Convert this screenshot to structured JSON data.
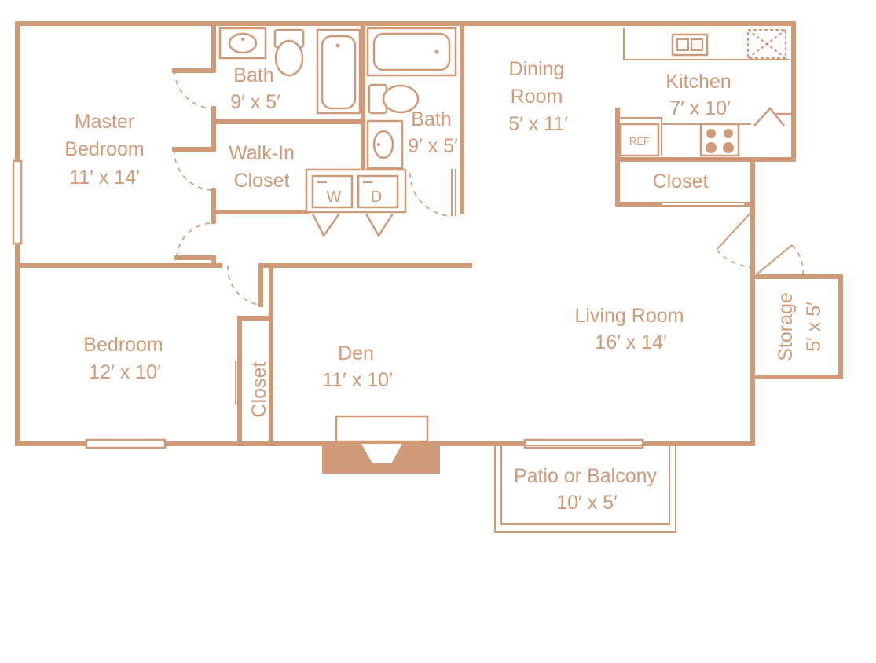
{
  "rooms": {
    "master_bedroom": {
      "name_line1": "Master",
      "name_line2": "Bedroom",
      "size": "11′ x 14′"
    },
    "bath_1": {
      "name": "Bath",
      "size": "9′ x 5′"
    },
    "bath_2": {
      "name": "Bath",
      "size": "9′ x 5′"
    },
    "walk_in_closet": {
      "name_line1": "Walk-In",
      "name_line2": "Closet"
    },
    "dining_room": {
      "name_line1": "Dining",
      "name_line2": "Room",
      "size": "5′ x 11′"
    },
    "kitchen": {
      "name": "Kitchen",
      "size": "7′ x 10′"
    },
    "kitchen_closet": {
      "name": "Closet"
    },
    "bedroom": {
      "name": "Bedroom",
      "size": "12′ x 10′"
    },
    "bedroom_closet": {
      "name": "Closet"
    },
    "den": {
      "name": "Den",
      "size": "11′ x 10′"
    },
    "living_room": {
      "name": "Living Room",
      "size": "16′ x 14′"
    },
    "storage": {
      "name": "Storage",
      "size": "5′ x 5′"
    },
    "patio": {
      "name": "Patio or Balcony",
      "size": "10′ x 5′"
    }
  },
  "appliances": {
    "refrigerator": "REF",
    "washer": "W",
    "dryer": "D"
  },
  "colors": {
    "line": "#cf9a78",
    "background": "#ffffff"
  }
}
